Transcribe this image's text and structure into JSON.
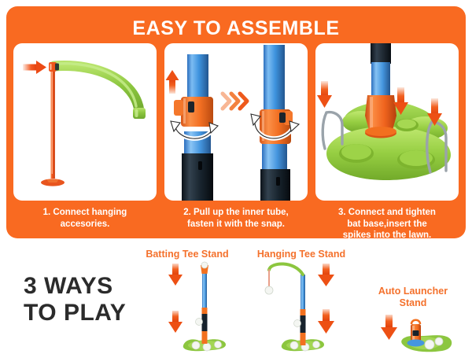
{
  "theme": {
    "orange": "#F96A21",
    "label_orange": "#F4712C",
    "arrow_red": "#F04E23",
    "green": "#8CC63F",
    "green_light": "#A8DB55",
    "blue": "#3E93DE",
    "blue_light": "#6FB4EE",
    "dark": "#2b2b2b",
    "black_tube": "#15202B",
    "white": "#ffffff"
  },
  "assembly": {
    "title": "EASY TO ASSEMBLE",
    "steps": [
      {
        "id": "step-1",
        "caption_lines": [
          "1. Connect hanging",
          "accesories."
        ],
        "caption": "1. Connect hanging accesories.",
        "icons": [
          "right-arrow-icon",
          "curved-green-arm",
          "orange-pole"
        ]
      },
      {
        "id": "step-2",
        "caption_lines": [
          "2. Pull up the inner tube,",
          "fasten it with the snap."
        ],
        "caption": "2. Pull up the inner tube, fasten it with the snap.",
        "icons": [
          "up-arrow-icon",
          "chevron-right-icon",
          "rotate-arrow-icon",
          "snap-clamp"
        ]
      },
      {
        "id": "step-3",
        "caption_lines": [
          "3. Connect and tighten",
          "bat base,insert the",
          "spikes into the lawn."
        ],
        "caption": "3. Connect and tighten bat base,insert the spikes into the lawn.",
        "icons": [
          "down-arrow-icon",
          "ground-spike",
          "green-base"
        ]
      }
    ]
  },
  "ways": {
    "heading_lines": [
      "3 WAYS",
      "TO PLAY"
    ],
    "heading": "3 WAYS TO PLAY",
    "modes": [
      {
        "id": "batting-tee-stand",
        "label": "Batting Tee Stand",
        "label_lines": [
          "Batting Tee Stand"
        ],
        "arrows": 2
      },
      {
        "id": "hanging-tee-stand",
        "label": "Hanging Tee Stand",
        "label_lines": [
          "Hanging Tee Stand"
        ],
        "arrows": 2
      },
      {
        "id": "auto-launcher-stand",
        "label": "Auto Launcher Stand",
        "label_lines": [
          "Auto Launcher",
          "Stand"
        ],
        "arrows": 1
      }
    ]
  }
}
